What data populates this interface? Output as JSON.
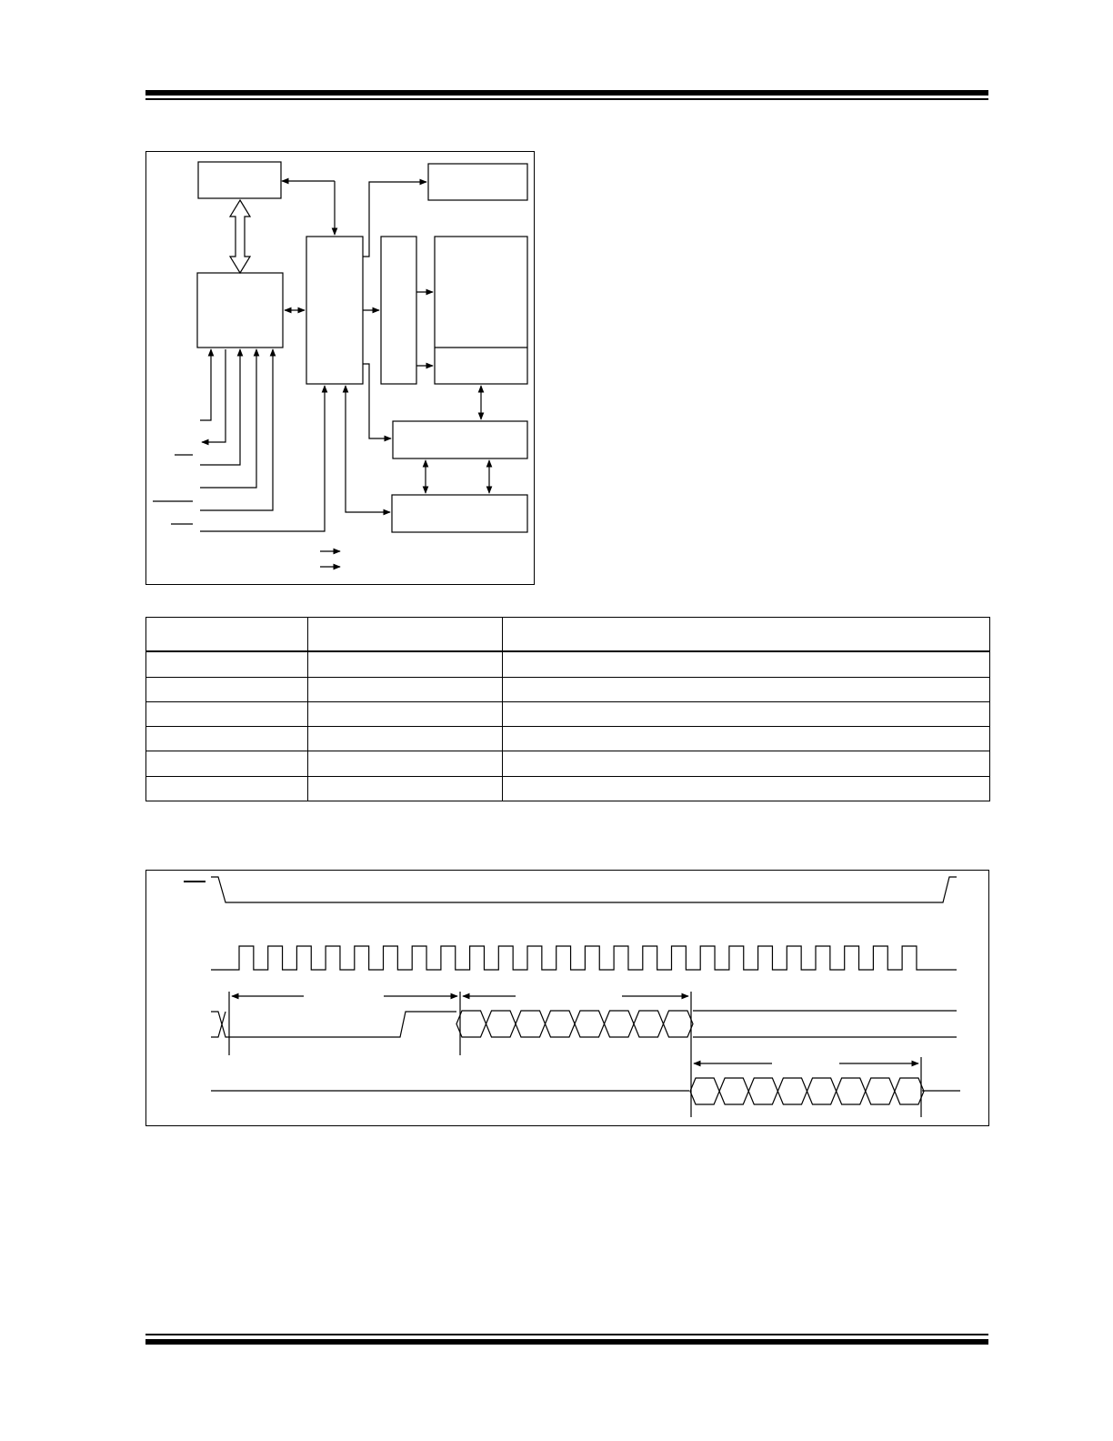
{
  "page": {
    "header_rules": "double",
    "footer_rules": "double"
  },
  "figure1": {
    "type": "block-diagram",
    "blocks": [
      "block-top-left",
      "block-interface",
      "block-control",
      "block-top-right",
      "block-decoder",
      "block-array",
      "block-buffer",
      "block-bottom"
    ]
  },
  "table1": {
    "columns": [
      "",
      "",
      ""
    ],
    "rows": [
      [
        "",
        "",
        ""
      ],
      [
        "",
        "",
        ""
      ],
      [
        "",
        "",
        ""
      ],
      [
        "",
        "",
        ""
      ],
      [
        "",
        "",
        ""
      ],
      [
        "",
        "",
        ""
      ]
    ]
  },
  "figure2": {
    "type": "timing-diagram",
    "clock_pulses": 24,
    "input_data_cells": 8,
    "output_data_cells": 8
  }
}
